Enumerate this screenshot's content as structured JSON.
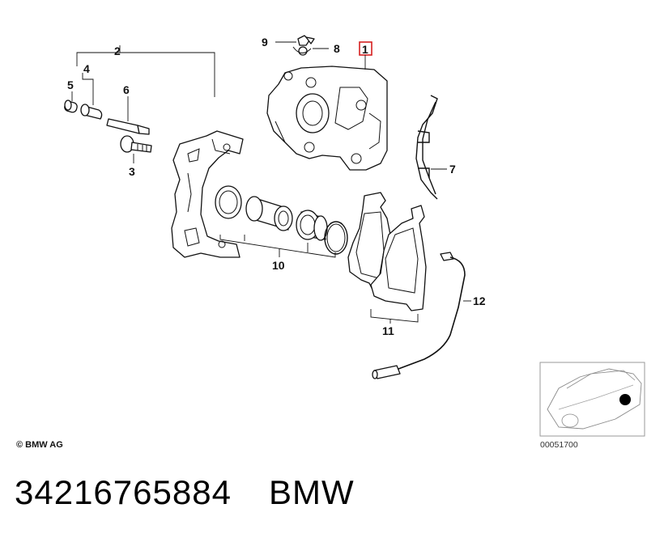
{
  "callouts": {
    "c1": "1",
    "c2": "2",
    "c3": "3",
    "c4": "4",
    "c5": "5",
    "c6": "6",
    "c7": "7",
    "c8": "8",
    "c9": "9",
    "c10": "10",
    "c11": "11",
    "c12": "12"
  },
  "highlight_color": "#d62020",
  "copyright": "© BMW AG",
  "diagram_number": "00051700",
  "footer": {
    "part_number": "34216765884",
    "brand": "BMW"
  }
}
